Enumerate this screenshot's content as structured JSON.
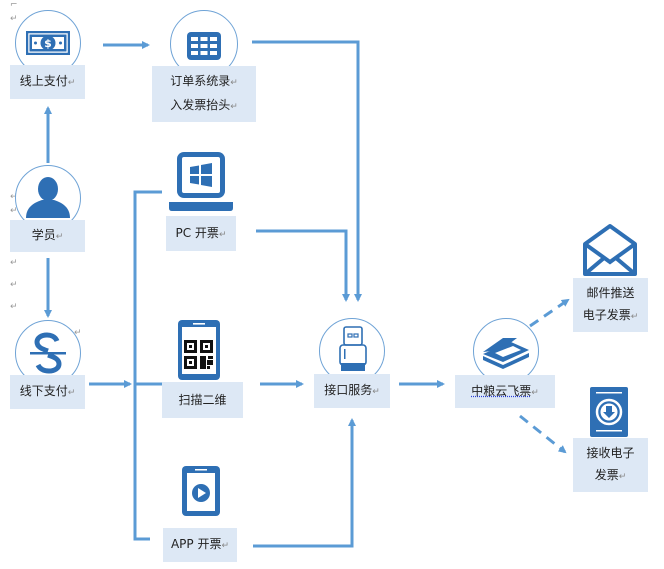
{
  "diagram": {
    "colors": {
      "icon_blue": "#2e6fb4",
      "line_blue": "#5b9bd5",
      "label_bg": "#dde8f5",
      "circle_border": "#6fa3d6"
    },
    "nodes": {
      "online_pay": {
        "icon": "money-bill-icon",
        "lines": [
          "线上支付"
        ]
      },
      "order_system": {
        "icon": "table-grid-icon",
        "lines": [
          "订单系统录",
          "入发票抬头"
        ]
      },
      "student": {
        "icon": "user-icon",
        "lines": [
          "学员"
        ]
      },
      "pc_invoice": {
        "icon": "windows-laptop-icon",
        "lines": [
          "PC 开票"
        ]
      },
      "offline_pay": {
        "icon": "currency-s-icon",
        "lines": [
          "线下支付"
        ]
      },
      "scan_qr": {
        "icon": "phone-qrcode-icon",
        "lines": [
          "扫描二维"
        ]
      },
      "app_invoice": {
        "icon": "tablet-play-icon",
        "lines": [
          "APP 开票"
        ]
      },
      "api_service": {
        "icon": "usb-icon",
        "lines": [
          "接口服务"
        ]
      },
      "zhongliang_cloud": {
        "icon": "scanner-icon",
        "lines": [
          "中粮云飞票"
        ]
      },
      "email_push": {
        "icon": "envelope-icon",
        "lines": [
          "邮件推送",
          "电子发票"
        ]
      },
      "receive_invoice": {
        "icon": "download-icon",
        "lines": [
          "接收电子",
          "发票"
        ]
      }
    },
    "paragraph_mark": "↵"
  }
}
